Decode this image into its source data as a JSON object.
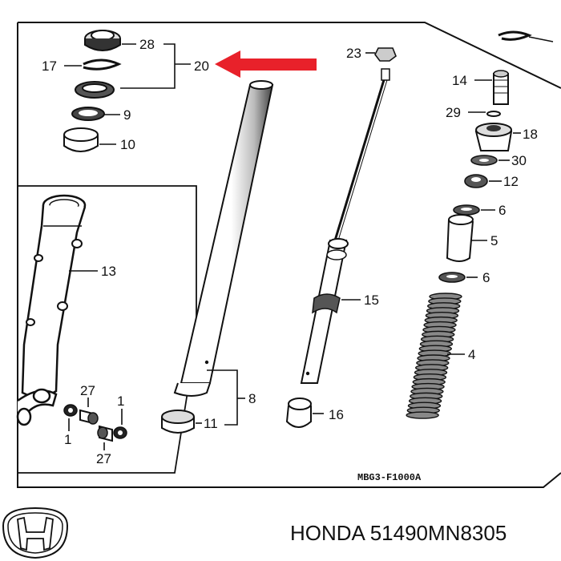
{
  "diagram": {
    "code": "MBG3-F1000A",
    "callouts": {
      "c28": "28",
      "c17": "17",
      "c20": "20",
      "c9": "9",
      "c10": "10",
      "c13": "13",
      "c27a": "27",
      "c1a": "1",
      "c1b": "1",
      "c27b": "27",
      "c11": "11",
      "c8": "8",
      "c23": "23",
      "c15": "15",
      "c16": "16",
      "c14": "14",
      "c29": "29",
      "c18": "18",
      "c30": "30",
      "c12": "12",
      "c6a": "6",
      "c5": "5",
      "c6b": "6",
      "c4": "4"
    }
  },
  "footer": {
    "brand": "HONDA",
    "part_number": "51490MN8305"
  },
  "colors": {
    "arrow": "#e8212a",
    "ink": "#111111"
  }
}
